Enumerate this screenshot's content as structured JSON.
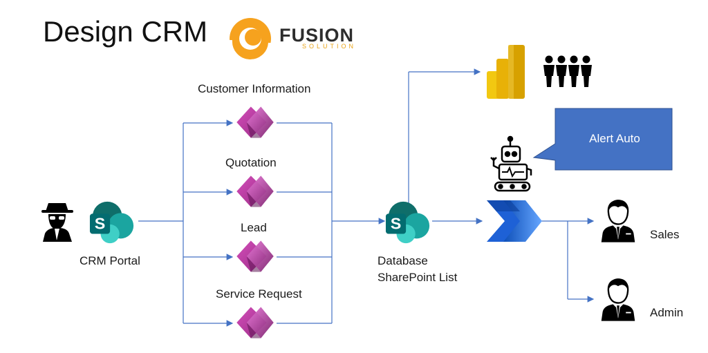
{
  "title": "Design CRM",
  "logo": {
    "name": "FUSION",
    "tagline": "SOLUTION",
    "colors": {
      "orange": "#f6a21e",
      "dark": "#2d2d2d"
    }
  },
  "portal": {
    "label": "CRM Portal"
  },
  "apps": [
    {
      "label": "Customer Information"
    },
    {
      "label": "Quotation"
    },
    {
      "label": "Lead"
    },
    {
      "label": "Service Request"
    }
  ],
  "database": {
    "line1": "Database",
    "line2": "SharePoint List"
  },
  "callout": {
    "text": "Alert Auto"
  },
  "recipients": [
    {
      "label": "Sales"
    },
    {
      "label": "Admin"
    }
  ],
  "colors": {
    "connector": "#4472c4",
    "callout": "#4472c4",
    "sharepoint": "#0b7a75",
    "powerapps": "#b53297",
    "powerbi": "#f2c811",
    "automate": "#2d6fe0"
  },
  "icons": [
    "spy-icon",
    "sharepoint-icon",
    "powerapps-icon",
    "powerbi-icon",
    "group-icon",
    "robot-icon",
    "power-automate-icon",
    "businessman-icon"
  ]
}
